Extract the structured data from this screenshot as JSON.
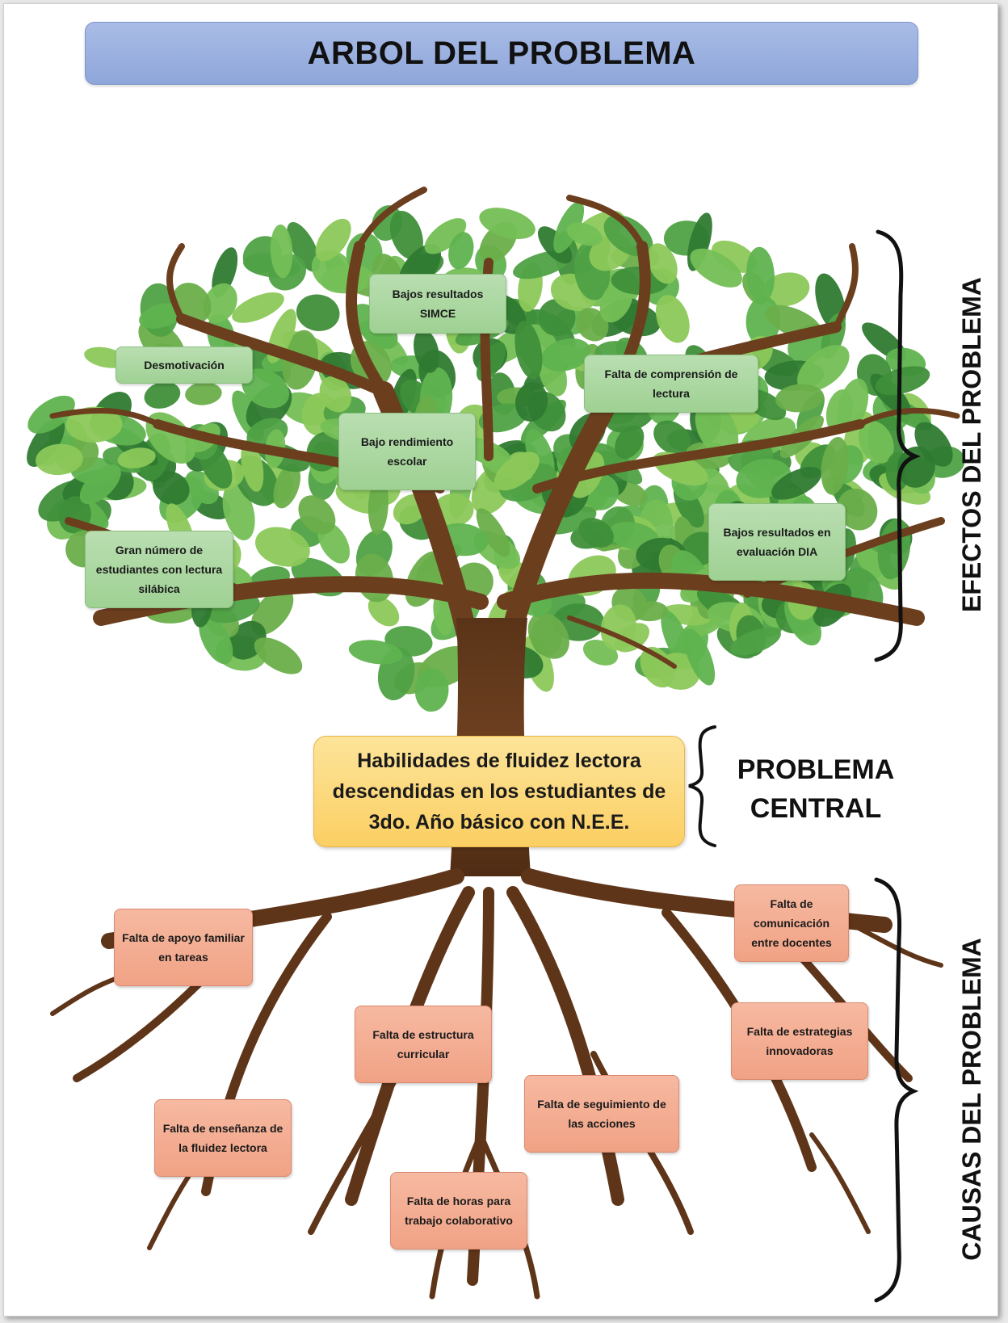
{
  "title": "ARBOL DEL PROBLEMA",
  "effects_label": "EFECTOS DEL PROBLEMA",
  "central_label": {
    "line1": "PROBLEMA",
    "line2": "CENTRAL"
  },
  "causes_label": "CAUSAS DEL PROBLEMA",
  "central_problem": "Habilidades de fluidez lectora descendidas en los estudiantes de 3do. Año básico con N.E.E.",
  "effects": [
    "Bajos resultados SIMCE",
    "Desmotivación",
    "Falta de comprensión de lectura",
    "Bajo rendimiento escolar",
    "Bajos resultados en evaluación DIA",
    "Gran número de estudiantes con lectura silábica"
  ],
  "causes": [
    "Falta de comunicación entre docentes",
    "Falta de apoyo familiar en tareas",
    "Falta de estructura curricular",
    "Falta de estrategias innovadoras",
    "Falta de seguimiento de las acciones",
    "Falta de enseñanza de la fluidez lectora",
    "Falta de horas para trabajo colaborativo"
  ],
  "colors": {
    "title_fill": "#9cb1e0",
    "effect_fill": "#a9d8a0",
    "cause_fill": "#f3ab8f",
    "central_fill": "#fcd87a",
    "trunk": "#6b3e1e",
    "leaf_dark": "#3f8f3a",
    "leaf_light": "#8cc85a"
  }
}
